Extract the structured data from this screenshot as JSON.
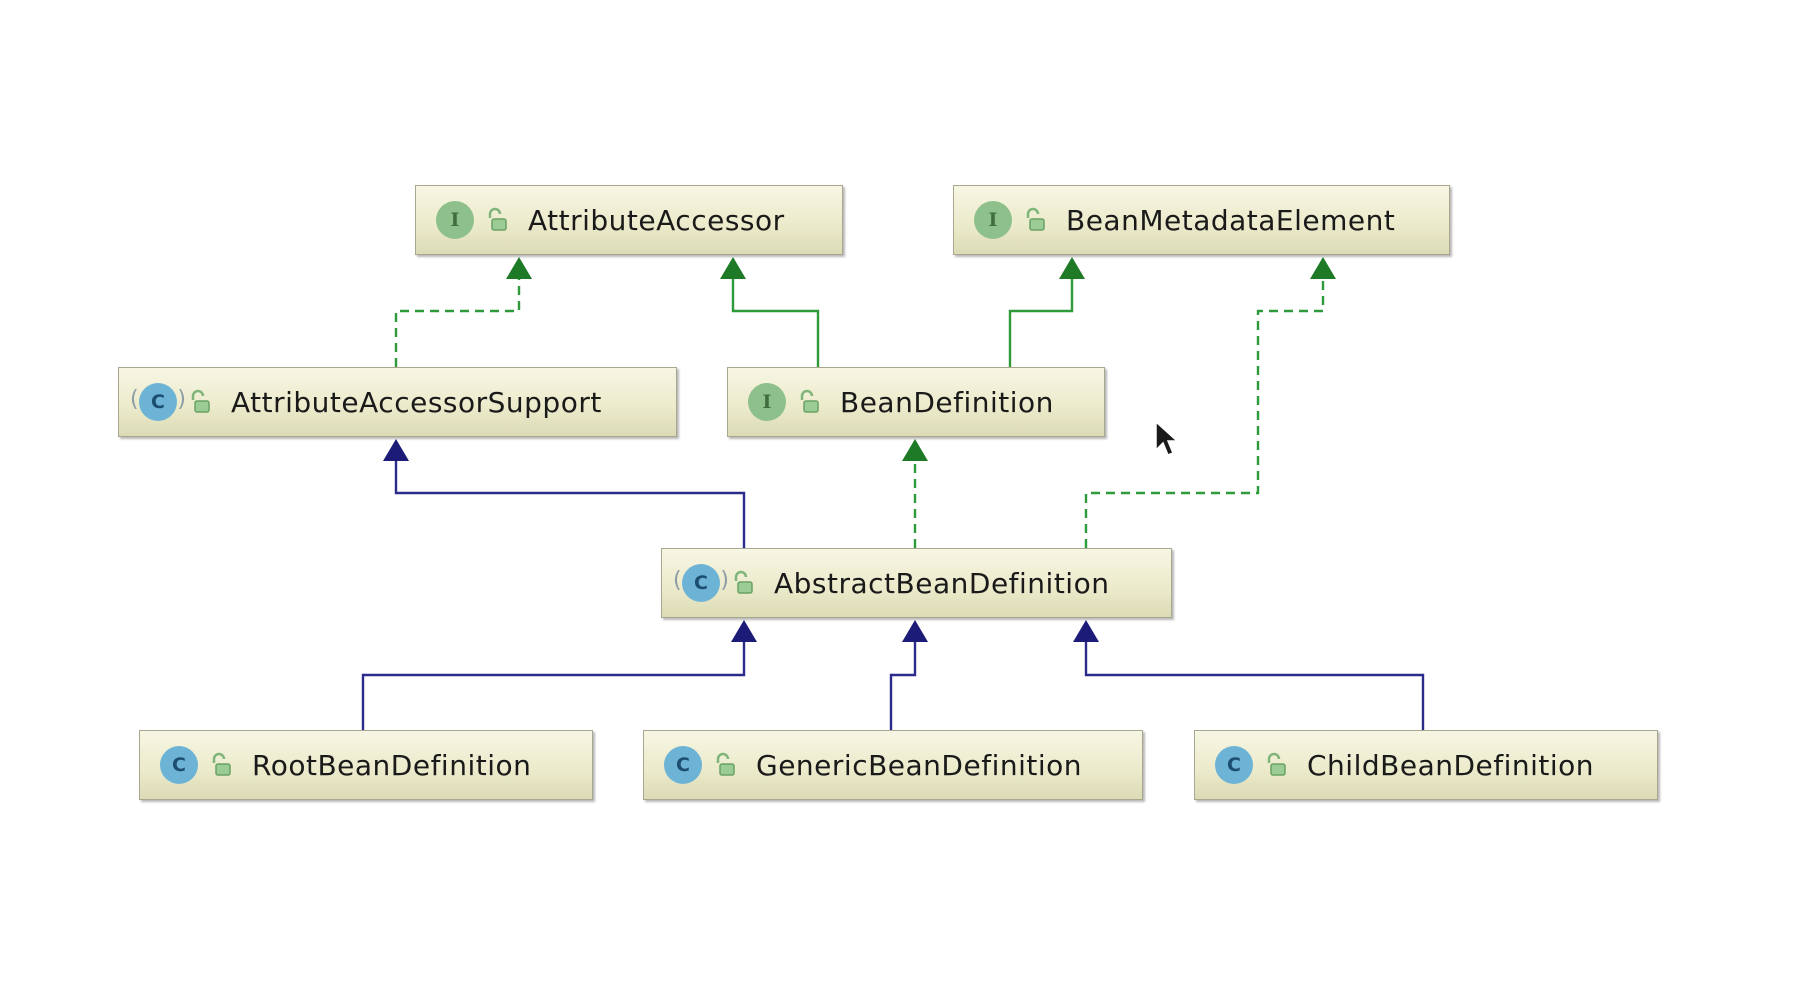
{
  "nodes": {
    "attribute_accessor": {
      "kind": "interface",
      "badge": "I",
      "label": "AttributeAccessor"
    },
    "bean_metadata_element": {
      "kind": "interface",
      "badge": "I",
      "label": "BeanMetadataElement"
    },
    "attribute_accessor_support": {
      "kind": "abstract",
      "badge": "C",
      "label": "AttributeAccessorSupport"
    },
    "bean_definition": {
      "kind": "interface",
      "badge": "I",
      "label": "BeanDefinition"
    },
    "abstract_bean_definition": {
      "kind": "abstract",
      "badge": "C",
      "label": "AbstractBeanDefinition"
    },
    "root_bean_definition": {
      "kind": "class",
      "badge": "C",
      "label": "RootBeanDefinition"
    },
    "generic_bean_definition": {
      "kind": "class",
      "badge": "C",
      "label": "GenericBeanDefinition"
    },
    "child_bean_definition": {
      "kind": "class",
      "badge": "C",
      "label": "ChildBeanDefinition"
    }
  },
  "edges": [
    {
      "from": "attribute_accessor_support",
      "to": "attribute_accessor",
      "relation": "implements",
      "style": "dashed",
      "color": "#2e9a3a"
    },
    {
      "from": "bean_definition",
      "to": "attribute_accessor",
      "relation": "extends",
      "style": "solid",
      "color": "#2e9a3a"
    },
    {
      "from": "bean_definition",
      "to": "bean_metadata_element",
      "relation": "extends",
      "style": "solid",
      "color": "#2e9a3a"
    },
    {
      "from": "abstract_bean_definition",
      "to": "bean_metadata_element",
      "relation": "implements",
      "style": "dashed",
      "color": "#2e9a3a"
    },
    {
      "from": "abstract_bean_definition",
      "to": "attribute_accessor_support",
      "relation": "extends",
      "style": "solid",
      "color": "#2b2b8a"
    },
    {
      "from": "abstract_bean_definition",
      "to": "bean_definition",
      "relation": "implements",
      "style": "dashed",
      "color": "#2e9a3a"
    },
    {
      "from": "root_bean_definition",
      "to": "abstract_bean_definition",
      "relation": "extends",
      "style": "solid",
      "color": "#2b2b8a"
    },
    {
      "from": "generic_bean_definition",
      "to": "abstract_bean_definition",
      "relation": "extends",
      "style": "solid",
      "color": "#2b2b8a"
    },
    {
      "from": "child_bean_definition",
      "to": "abstract_bean_definition",
      "relation": "extends",
      "style": "solid",
      "color": "#2b2b8a"
    }
  ],
  "colors": {
    "interface_badge": "#8dc08a",
    "class_badge": "#6db3d6",
    "node_fill": "#ecebcc",
    "node_border": "#a9a88e",
    "edge_interface": "#2e9a3a",
    "edge_class": "#2b2b8a"
  },
  "icons": {
    "lock": "unlocked-padlock-icon",
    "cursor": "mouse-pointer-icon"
  }
}
